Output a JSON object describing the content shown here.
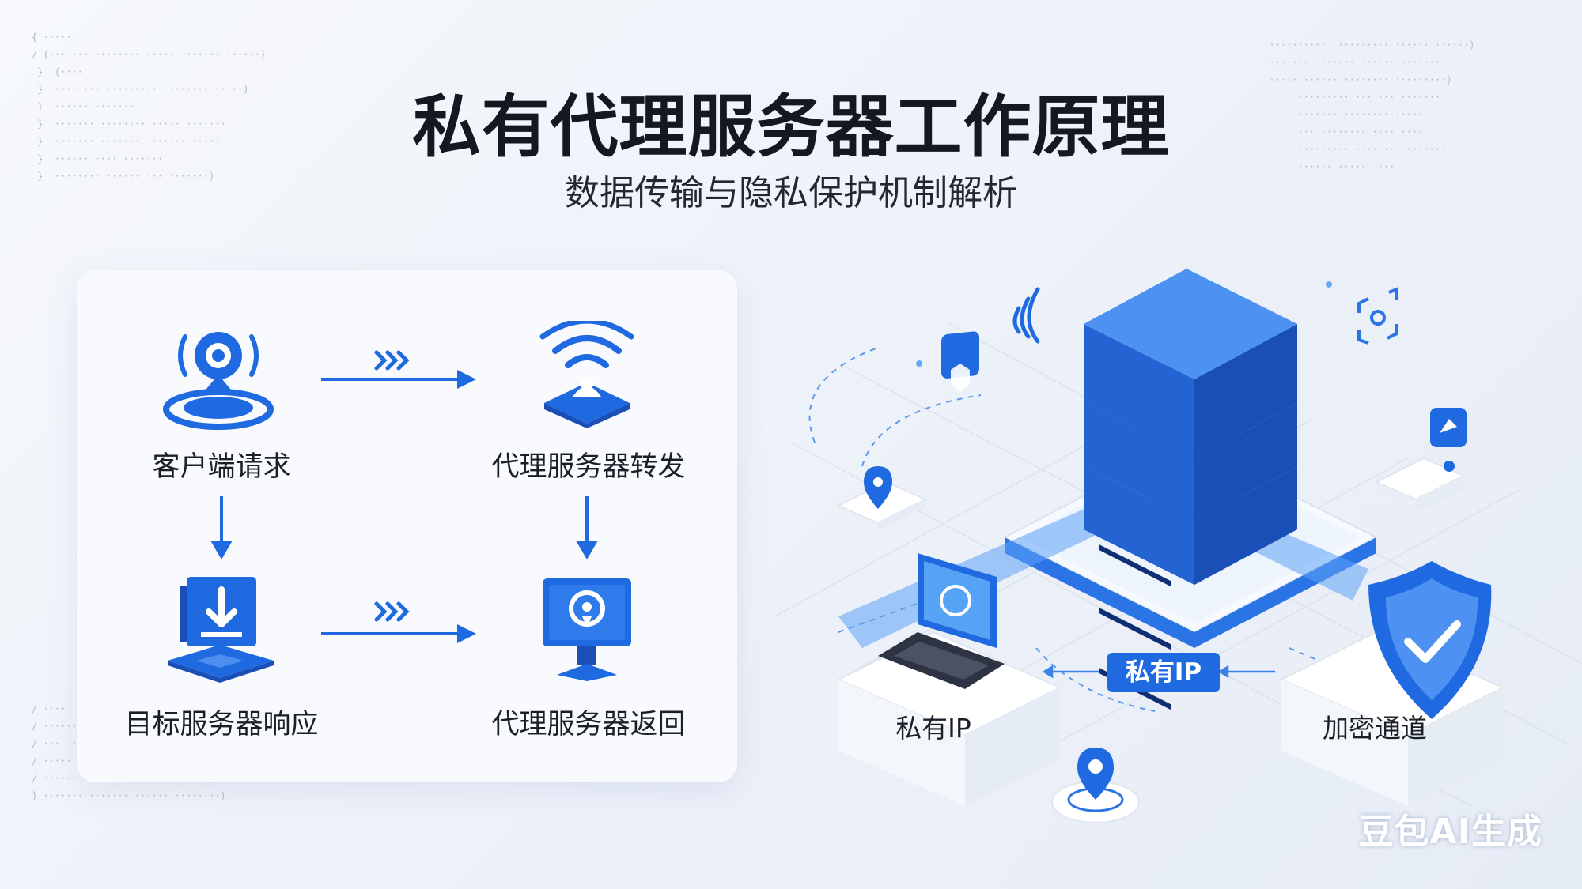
{
  "header": {
    "title": "私有代理服务器工作原理",
    "subtitle": "数据传输与隐私保护机制解析"
  },
  "flow": {
    "steps": [
      {
        "label": "客户端请求",
        "icon": "client-signal-icon"
      },
      {
        "label": "代理服务器转发",
        "icon": "proxy-wifi-icon"
      },
      {
        "label": "目标服务器响应",
        "icon": "laptop-download-icon"
      },
      {
        "label": "代理服务器返回",
        "icon": "monitor-location-icon"
      }
    ]
  },
  "illustration": {
    "labels": {
      "left_platform": "私有IP",
      "badge": "私有IP",
      "right_platform": "加密通道"
    },
    "icons": [
      "server-stack-icon",
      "laptop-icon",
      "shield-check-icon",
      "location-pin-icon",
      "wifi-icon",
      "scan-icon"
    ]
  },
  "watermark": "豆包AI生成",
  "colors": {
    "accent": "#1f6ae0",
    "accent_dark": "#1a4fb8",
    "background": "#eef2f9"
  }
}
